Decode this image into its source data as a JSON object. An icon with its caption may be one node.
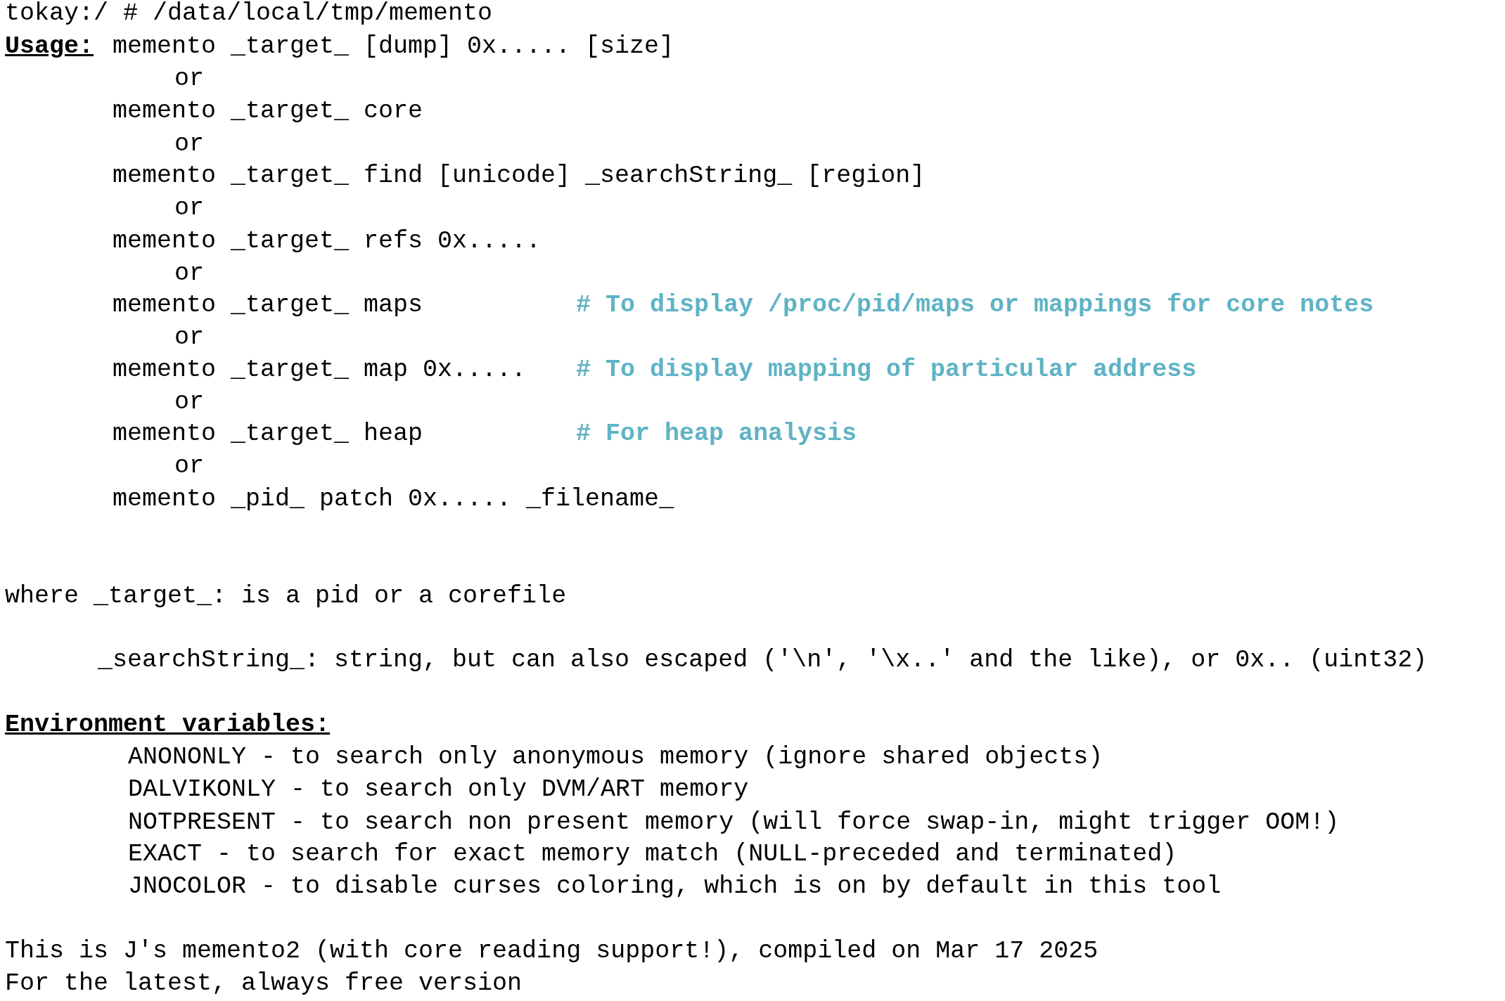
{
  "diagram": {
    "labels": [
      "tokay:/ # /data/local/tmp/memento",
      "Usage:",
      "memento _target_ [dump] 0x..... [size]",
      "or",
      "memento _target_ core",
      "or",
      "memento _target_ find [unicode] _searchString_ [region]",
      "or",
      "memento _target_ refs 0x.....",
      "or",
      "memento _target_ maps",
      "# To display /proc/pid/maps or mappings for core notes",
      "or",
      "memento _target_ map 0x.....",
      "# To display mapping of particular address",
      "or",
      "memento _target_ heap",
      "# For heap analysis",
      "or",
      "memento _pid_ patch 0x..... _filename_",
      "where _target_: is a pid or a corefile",
      "_searchString_: string, but can also escaped ('\\n', '\\x..' and the like), or 0x.. (uint32)",
      "Environment variables:",
      "ANONONLY - to search only anonymous memory (ignore shared objects)",
      "DALVIKONLY - to search only DVM/ART memory",
      "NOTPRESENT - to search non present memory (will force swap-in, might trigger OOM!)",
      "EXACT - to search for exact memory match (NULL-preceded and terminated)",
      "JNOCOLOR - to disable curses coloring, which is on by default in this tool",
      "This is J's memento2 (with core reading support!), compiled on Mar 17 2025",
      "For the latest, always free version"
    ]
  }
}
